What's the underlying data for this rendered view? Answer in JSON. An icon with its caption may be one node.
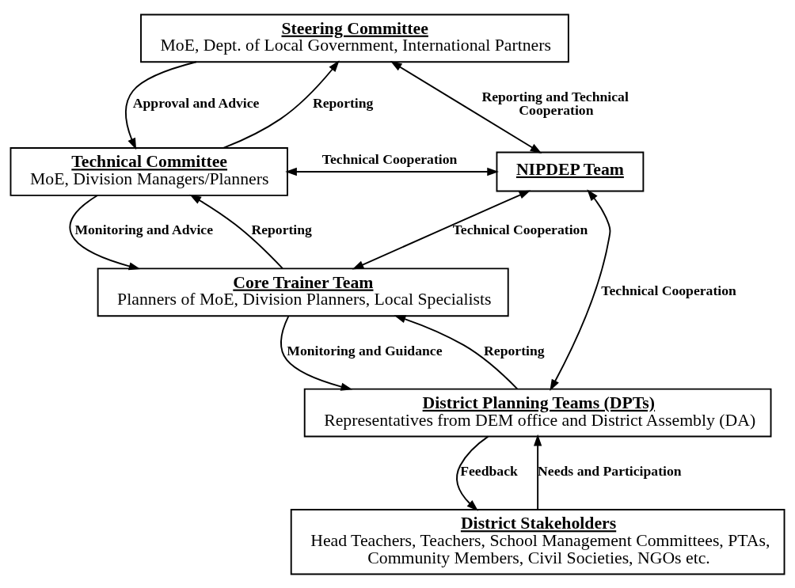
{
  "diagram": {
    "nodes": [
      {
        "text": [
          "Steering Committee",
          "MoE, Dept. of Local Government, International Partners"
        ]
      },
      {
        "text": [
          "Technical Committee",
          "MoE, Division Managers/Planners"
        ]
      },
      {
        "text": [
          "NIPDEP Team"
        ]
      },
      {
        "text": [
          "Core Trainer Team",
          "Planners of MoE, Division Planners, Local Specialists"
        ]
      },
      {
        "text": [
          "District Planning Teams (DPTs)",
          "Representatives from DEM office and District Assembly (DA)"
        ]
      },
      {
        "text": [
          "District Stakeholders",
          "Head Teachers, Teachers, School Management Committees, PTAs, Community Members, Civil Societies, NGOs etc."
        ]
      }
    ],
    "edges": [
      {
        "from": 1,
        "to": 0,
        "arrow": "to",
        "label": "Reporting"
      },
      {
        "from": 0,
        "to": 1,
        "arrow": "to",
        "label": "Approval and Advice"
      },
      {
        "from": 0,
        "to": 2,
        "arrow": "both",
        "label": "Reporting and Technical Cooperation"
      },
      {
        "from": 1,
        "to": 2,
        "arrow": "both",
        "label": "Technical Cooperation"
      },
      {
        "from": 3,
        "to": 1,
        "arrow": "to",
        "label": "Reporting"
      },
      {
        "from": 1,
        "to": 3,
        "arrow": "to",
        "label": "Monitoring and Advice"
      },
      {
        "from": 3,
        "to": 2,
        "arrow": "both",
        "label": "Technical Cooperation"
      },
      {
        "from": 4,
        "to": 3,
        "arrow": "to",
        "label": "Reporting"
      },
      {
        "from": 3,
        "to": 4,
        "arrow": "to",
        "label": "Monitoring and Guidance"
      },
      {
        "from": 2,
        "to": 4,
        "arrow": "both",
        "label": "Technical Cooperation"
      },
      {
        "from": 5,
        "to": 4,
        "arrow": "to",
        "label": "Needs and Participation"
      },
      {
        "from": 4,
        "to": 5,
        "arrow": "to",
        "label": "Feedback"
      }
    ]
  }
}
